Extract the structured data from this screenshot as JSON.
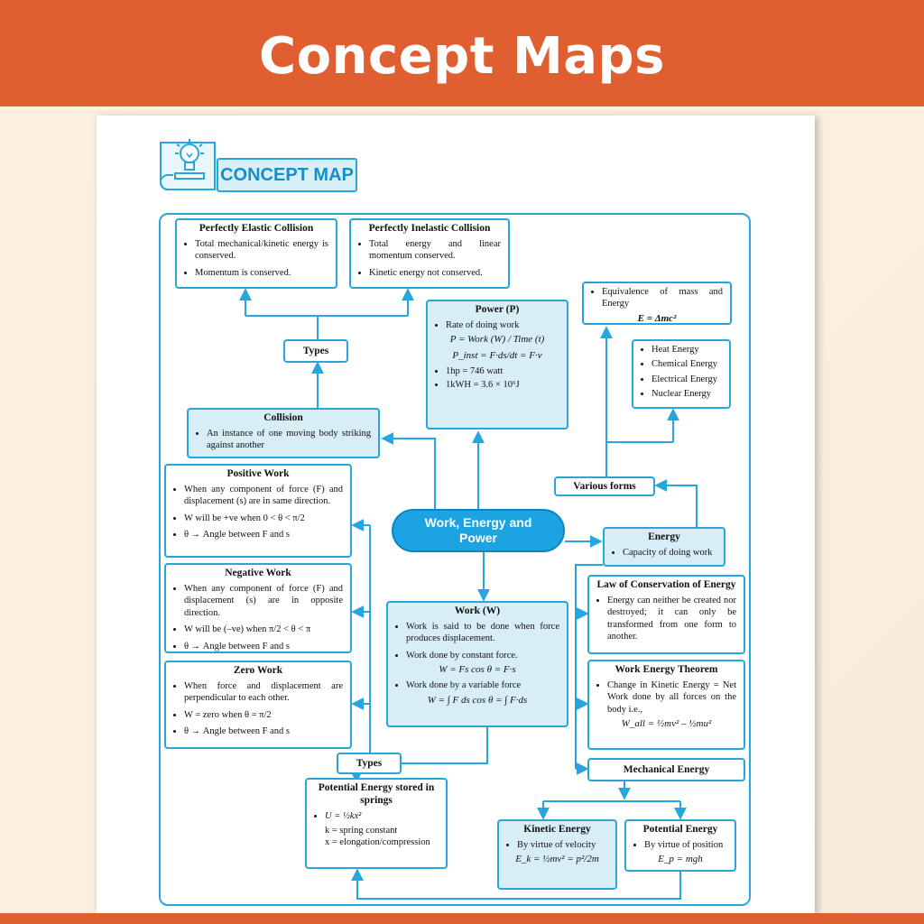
{
  "banner": {
    "title": "Concept Maps"
  },
  "logo": {
    "label": "CONCEPT MAP"
  },
  "center": {
    "label": "Work, Energy and Power"
  },
  "elastic": {
    "title": "Perfectly Elastic Collision",
    "items": [
      "Total mechanical/kinetic energy is conserved.",
      "Momentum is conserved."
    ]
  },
  "inelastic": {
    "title": "Perfectly Inelastic Collision",
    "items": [
      "Total energy and linear momentum conserved.",
      "Kinetic energy not conserved."
    ]
  },
  "types_top": "Types",
  "types_bottom": "Types",
  "collision": {
    "title": "Collision",
    "items": [
      "An instance of one moving body striking against another"
    ]
  },
  "power": {
    "title": "Power (P)",
    "intro": "Rate of doing work",
    "formula1": "P = Work (W) / Time (t)",
    "formula2": "P_inst = F·ds/dt = F·v",
    "hp": "1hp = 746 watt",
    "kwh": "1kWH = 3.6 × 10⁶J"
  },
  "mass_energy": {
    "text": "Equivalence of mass and Energy",
    "formula": "E = Δmc²"
  },
  "forms_list": {
    "items": [
      "Heat Energy",
      "Chemical Energy",
      "Electrical Energy",
      "Nuclear Energy"
    ]
  },
  "various_forms": "Various forms",
  "energy": {
    "title": "Energy",
    "items": [
      "Capacity of doing work"
    ]
  },
  "positive": {
    "title": "Positive Work",
    "item1": "When any component of force (F) and displacement (s) are in same direction.",
    "item2": "W will be +ve when 0 < θ < π/2",
    "item3": "θ → Angle between F and s"
  },
  "negative": {
    "title": "Negative Work",
    "item1": "When any component of force (F) and displacement (s) are in opposite direction.",
    "item2": "W will be (–ve) when π/2 < θ < π",
    "item3": "θ → Angle between F and s"
  },
  "zero": {
    "title": "Zero Work",
    "item1": "When force and displacement are perpendicular to each other.",
    "item2": "W = zero when θ = π/2",
    "item3": "θ → Angle between F and s"
  },
  "work": {
    "title": "Work (W)",
    "item1": "Work is said to be done when force produces displacement.",
    "item2": "Work done by constant force.",
    "formula2": "W = Fs cos θ = F·s",
    "item3": "Work done by a variable force",
    "formula3": "W = ∫ F ds cos θ = ∫ F·ds"
  },
  "conservation": {
    "title": "Law of Conservation of Energy",
    "items": [
      "Energy can neither be created nor destroyed; it can only be transformed from one form to another."
    ]
  },
  "wet": {
    "title": "Work Energy Theorem",
    "item1": "Change in Kinetic Energy = Net Work done by all forces on the body i.e.,",
    "formula": "W_all = ½mv² – ½mu²"
  },
  "mechanical": "Mechanical Energy",
  "spring": {
    "title": "Potential Energy stored in springs",
    "formula": "U = ½kx²",
    "k": "k = spring constant",
    "x": "x = elongation/compression"
  },
  "kinetic": {
    "title": "Kinetic Energy",
    "item": "By virtue of velocity",
    "formula": "E_k = ½mv² = p²/2m"
  },
  "potential": {
    "title": "Potential Energy",
    "item": "By virtue of position",
    "formula": "E_p = mgh"
  },
  "colors": {
    "banner": "#e05f30",
    "accent": "#27a6dc",
    "center_fill": "#1ca3e1",
    "box_fill": "#d8eef6"
  }
}
